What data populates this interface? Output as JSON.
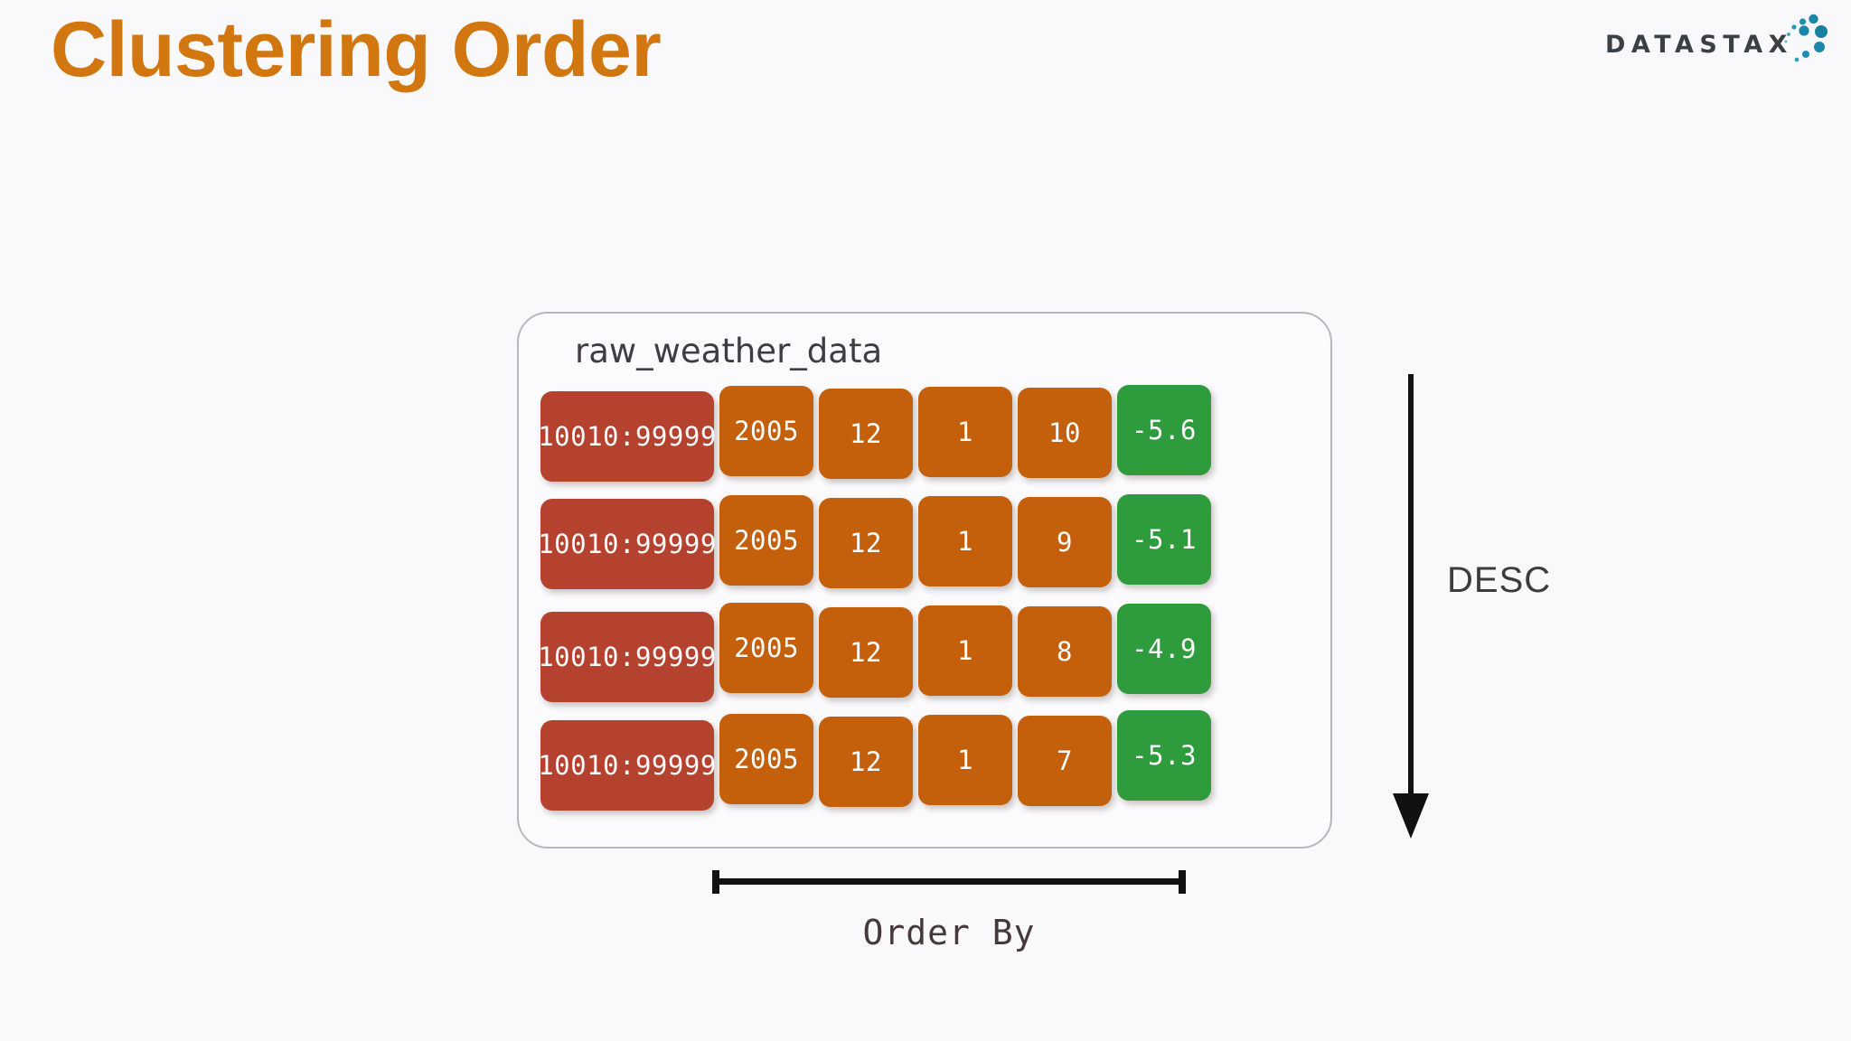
{
  "slide": {
    "title": "Clustering Order",
    "title_color": "#d2760f",
    "background_color": "#f9f8fa"
  },
  "brand": {
    "wordmark": "DATASTAX",
    "logo_name": "datastax-logo",
    "dot_color": "#1b87a8",
    "text_color": "#3b4044"
  },
  "table": {
    "caption": "raw_weather_data",
    "border_color": "#b9b6bb",
    "colors": {
      "partition_key": "#b5422f",
      "clustering_column": "#c4600b",
      "value": "#2e9b3d",
      "cell_text": "#fdfdfd"
    },
    "rows": [
      {
        "key": "10010:99999",
        "year": "2005",
        "month": "12",
        "day": "1",
        "hour": "10",
        "temperature": "-5.6"
      },
      {
        "key": "10010:99999",
        "year": "2005",
        "month": "12",
        "day": "1",
        "hour": "9",
        "temperature": "-5.1"
      },
      {
        "key": "10010:99999",
        "year": "2005",
        "month": "12",
        "day": "1",
        "hour": "8",
        "temperature": "-4.9"
      },
      {
        "key": "10010:99999",
        "year": "2005",
        "month": "12",
        "day": "1",
        "hour": "7",
        "temperature": "-5.3"
      }
    ]
  },
  "annotations": {
    "sort_direction_label": "DESC",
    "order_by_label": "Order By",
    "annotation_color": "#111111"
  }
}
